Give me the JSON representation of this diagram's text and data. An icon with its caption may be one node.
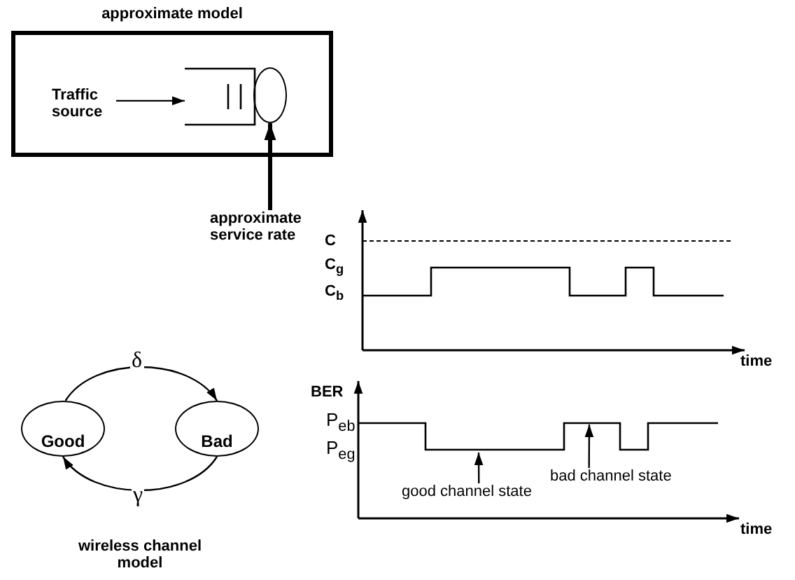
{
  "diagram": {
    "nodes": [
      {
        "text": [
          "approximate model"
        ]
      },
      {
        "text": [
          "Traffic source"
        ],
        "in": 0
      },
      {
        "text": [],
        "shape": "picture",
        "in": 0
      },
      {
        "text": [],
        "shape": "circle",
        "in": 0
      },
      {
        "text": [
          "approximate service rate"
        ]
      },
      {
        "text": [
          "Good"
        ]
      },
      {
        "text": [
          "Bad"
        ]
      },
      {
        "text": [
          "good channel state"
        ]
      },
      {
        "text": [
          "bad channel state"
        ]
      }
    ],
    "edges": [
      {
        "from": 1,
        "to": 2,
        "arrow": "to"
      },
      {
        "from": 4,
        "to": 3,
        "arrow": "to",
        "style": "thick"
      },
      {
        "from": 5,
        "to": 6,
        "arrow": "to",
        "label": "δ"
      },
      {
        "from": 6,
        "to": 5,
        "arrow": "to",
        "label": "γ"
      },
      {
        "from": 7,
        "to": null,
        "arrow": "to"
      },
      {
        "from": 8,
        "to": null,
        "arrow": "to"
      }
    ],
    "labels": [
      "C",
      "C$_{g}$",
      "C$_{b}$",
      "time",
      "BER",
      "P$_{eb}$",
      "P$_{eg}$",
      "time",
      "wireless channel model"
    ]
  }
}
